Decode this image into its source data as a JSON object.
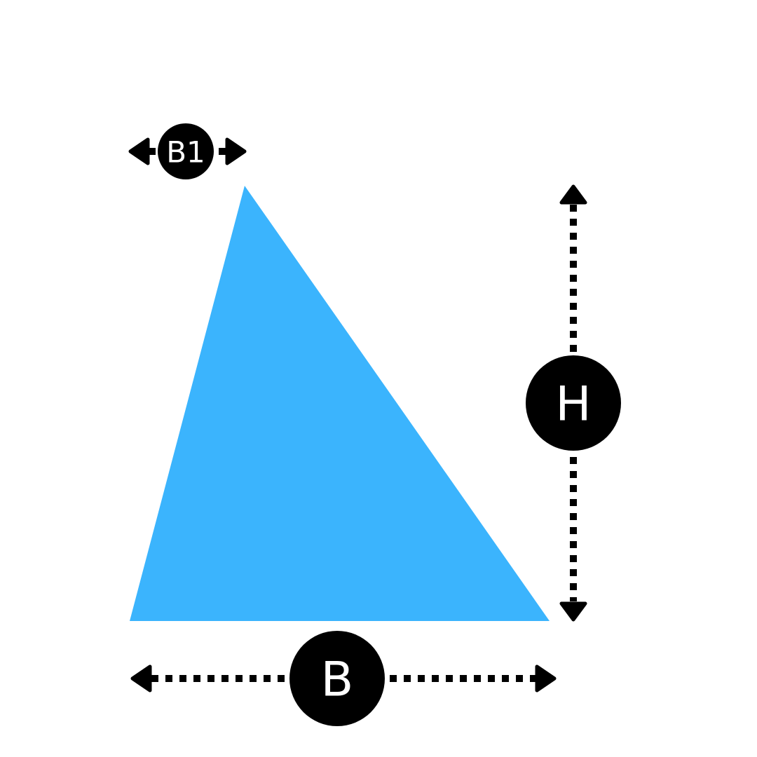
{
  "diagram": {
    "shape_color": "#3bb4fd",
    "annotation_color": "#000000",
    "label_text_color": "#ffffff",
    "labels": {
      "top_width": "B1",
      "height": "H",
      "base": "B"
    }
  }
}
